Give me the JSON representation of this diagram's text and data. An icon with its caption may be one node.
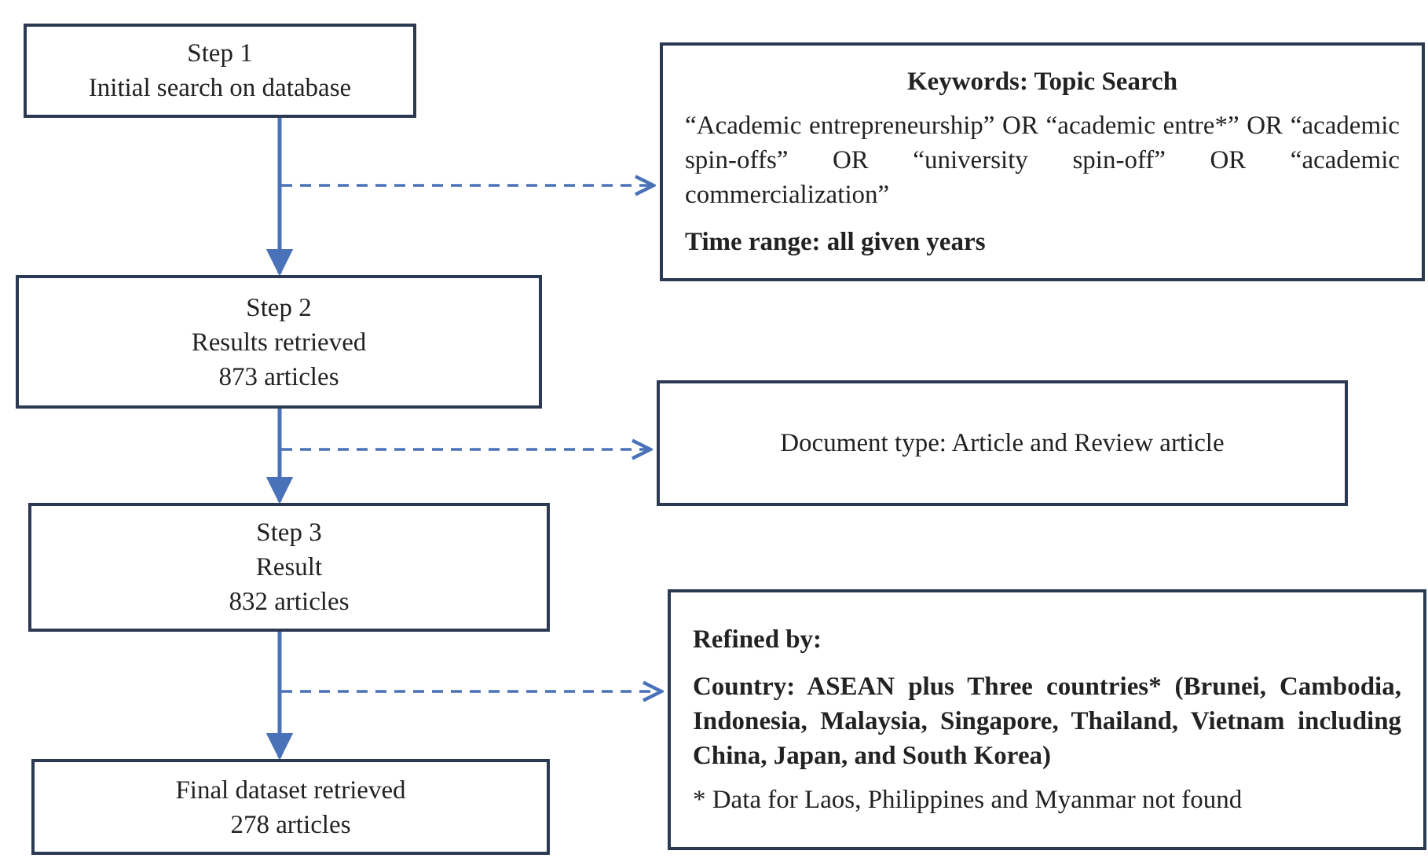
{
  "diagram": {
    "nodes": [
      {
        "text": [
          "Step 1",
          "Initial search on database"
        ]
      },
      {
        "text": [
          "Keywords: Topic Search",
          "“Academic entrepreneurship” OR “academic entre*” OR “academic spin-offs” OR “university spin-off” OR “academic commercialization”",
          "Time range: all given years"
        ]
      },
      {
        "text": [
          "Step 2",
          "Results retrieved",
          "873 articles"
        ]
      },
      {
        "text": [
          "Document type: Article and Review article"
        ]
      },
      {
        "text": [
          "Step 3",
          "Result",
          "832 articles"
        ]
      },
      {
        "text": [
          "Refined by:",
          "Country: ASEAN plus Three countries* (Brunei, Cambodia, Indonesia, Malaysia, Singapore, Thailand, Vietnam including China, Japan, and South Korea)",
          "* Data for Laos, Philippines and Myanmar not found"
        ]
      },
      {
        "text": [
          "Final dataset retrieved",
          "278 articles"
        ]
      }
    ],
    "edges": [
      {
        "from": 0,
        "to": 2,
        "arrow": "to"
      },
      {
        "from": 2,
        "to": 4,
        "arrow": "to"
      },
      {
        "from": 4,
        "to": 6,
        "arrow": "to"
      },
      {
        "from": null,
        "to": 1,
        "arrow": "to",
        "style": "dashed"
      },
      {
        "from": null,
        "to": 3,
        "arrow": "to",
        "style": "dashed"
      },
      {
        "from": null,
        "to": 5,
        "arrow": "to",
        "style": "dashed"
      }
    ]
  }
}
